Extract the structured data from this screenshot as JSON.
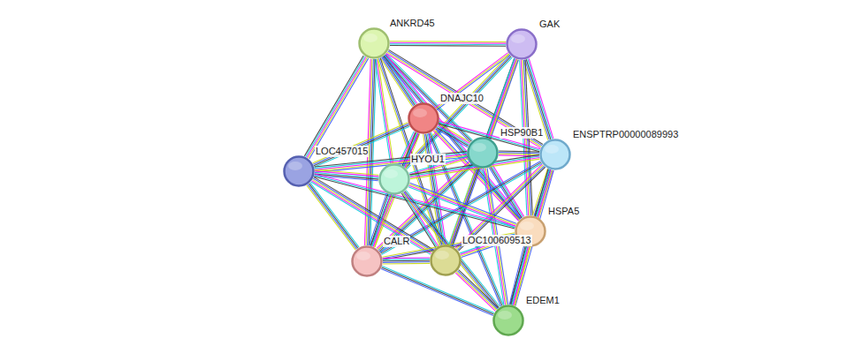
{
  "diagram": {
    "nodes": [
      {
        "text": [
          "ANKRD45"
        ]
      },
      {
        "text": [
          "GAK"
        ]
      },
      {
        "text": [
          "DNAJC10"
        ]
      },
      {
        "text": [
          "HSP90B1"
        ]
      },
      {
        "text": [
          "ENSPTRP00000089993"
        ]
      },
      {
        "text": [
          "LOC457015"
        ]
      },
      {
        "text": [
          "HYOU1"
        ]
      },
      {
        "text": [
          "HSPA5"
        ]
      },
      {
        "text": [
          "CALR"
        ]
      },
      {
        "text": [
          "LOC100609513"
        ]
      },
      {
        "text": [
          "EDEM1"
        ]
      }
    ],
    "edges": [
      {
        "from": 0,
        "to": 1,
        "arrow": "none"
      },
      {
        "from": 0,
        "to": 2,
        "arrow": "none"
      },
      {
        "from": 0,
        "to": 3,
        "arrow": "none"
      },
      {
        "from": 0,
        "to": 4,
        "arrow": "none"
      },
      {
        "from": 0,
        "to": 5,
        "arrow": "none"
      },
      {
        "from": 0,
        "to": 6,
        "arrow": "none"
      },
      {
        "from": 0,
        "to": 7,
        "arrow": "none"
      },
      {
        "from": 0,
        "to": 8,
        "arrow": "none"
      },
      {
        "from": 0,
        "to": 9,
        "arrow": "none"
      },
      {
        "from": 1,
        "to": 2,
        "arrow": "none"
      },
      {
        "from": 1,
        "to": 3,
        "arrow": "none"
      },
      {
        "from": 1,
        "to": 4,
        "arrow": "none"
      },
      {
        "from": 1,
        "to": 6,
        "arrow": "none"
      },
      {
        "from": 1,
        "to": 7,
        "arrow": "none"
      },
      {
        "from": 1,
        "to": 9,
        "arrow": "none"
      },
      {
        "from": 2,
        "to": 3,
        "arrow": "none"
      },
      {
        "from": 2,
        "to": 4,
        "arrow": "none"
      },
      {
        "from": 2,
        "to": 5,
        "arrow": "none"
      },
      {
        "from": 2,
        "to": 6,
        "arrow": "none"
      },
      {
        "from": 2,
        "to": 7,
        "arrow": "none"
      },
      {
        "from": 2,
        "to": 8,
        "arrow": "none"
      },
      {
        "from": 2,
        "to": 9,
        "arrow": "none"
      },
      {
        "from": 2,
        "to": 10,
        "arrow": "none"
      },
      {
        "from": 3,
        "to": 4,
        "arrow": "none"
      },
      {
        "from": 3,
        "to": 5,
        "arrow": "none"
      },
      {
        "from": 3,
        "to": 6,
        "arrow": "none"
      },
      {
        "from": 3,
        "to": 7,
        "arrow": "none"
      },
      {
        "from": 3,
        "to": 8,
        "arrow": "none"
      },
      {
        "from": 3,
        "to": 9,
        "arrow": "none"
      },
      {
        "from": 3,
        "to": 10,
        "arrow": "none"
      },
      {
        "from": 4,
        "to": 6,
        "arrow": "none"
      },
      {
        "from": 4,
        "to": 7,
        "arrow": "none"
      },
      {
        "from": 4,
        "to": 8,
        "arrow": "none"
      },
      {
        "from": 4,
        "to": 9,
        "arrow": "none"
      },
      {
        "from": 4,
        "to": 10,
        "arrow": "none"
      },
      {
        "from": 5,
        "to": 6,
        "arrow": "none"
      },
      {
        "from": 5,
        "to": 7,
        "arrow": "none"
      },
      {
        "from": 5,
        "to": 8,
        "arrow": "none"
      },
      {
        "from": 5,
        "to": 9,
        "arrow": "none"
      },
      {
        "from": 6,
        "to": 7,
        "arrow": "none"
      },
      {
        "from": 6,
        "to": 8,
        "arrow": "none"
      },
      {
        "from": 6,
        "to": 9,
        "arrow": "none"
      },
      {
        "from": 6,
        "to": 10,
        "arrow": "none"
      },
      {
        "from": 7,
        "to": 8,
        "arrow": "none"
      },
      {
        "from": 7,
        "to": 9,
        "arrow": "none"
      },
      {
        "from": 7,
        "to": 10,
        "arrow": "none"
      },
      {
        "from": 8,
        "to": 9,
        "arrow": "none"
      },
      {
        "from": 8,
        "to": 10,
        "arrow": "none"
      },
      {
        "from": 9,
        "to": 10,
        "arrow": "none"
      }
    ]
  }
}
